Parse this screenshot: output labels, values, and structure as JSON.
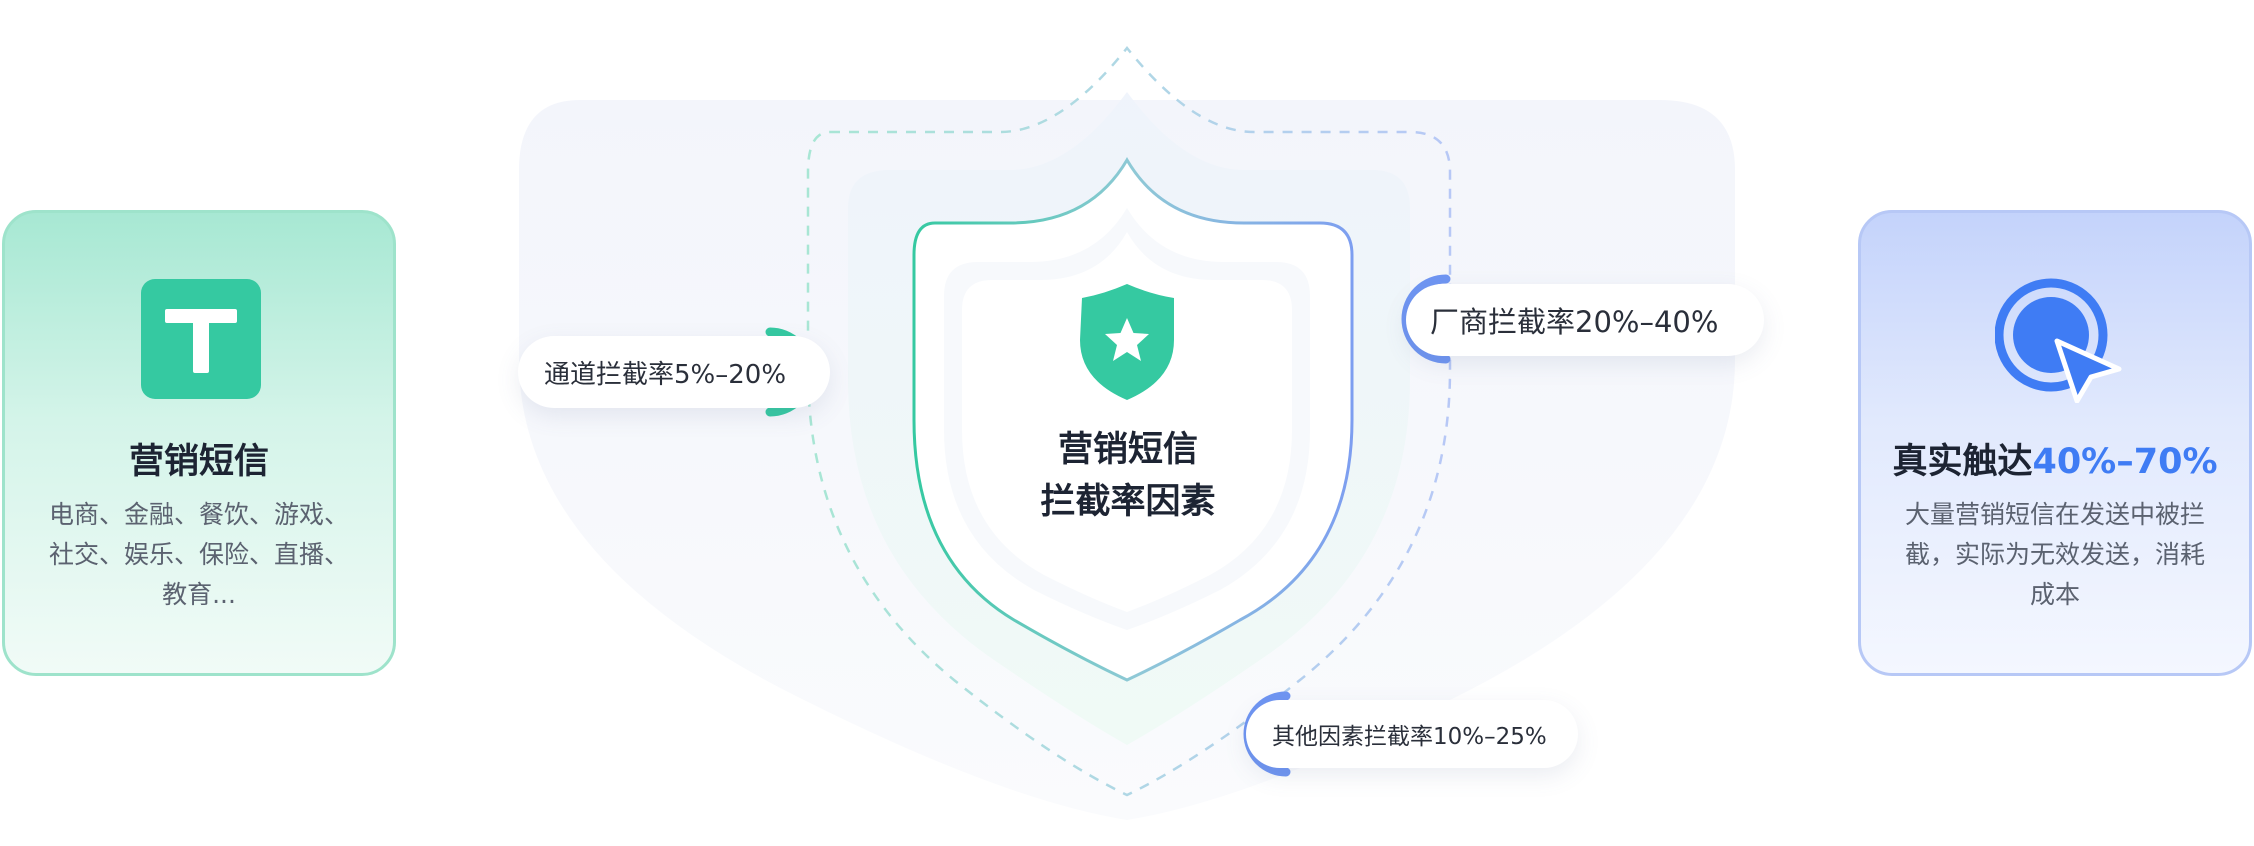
{
  "left_card": {
    "icon": "t-letter-icon",
    "title": "营销短信",
    "description": "电商、金融、餐饮、游戏、社交、娱乐、保险、直播、教育..."
  },
  "center": {
    "icon": "shield-star-icon",
    "line1": "营销短信",
    "line2": "拦截率因素"
  },
  "factors": {
    "channel": "通道拦截率5%–20%",
    "vendor": "厂商拦截率20%–40%",
    "other": "其他因素拦截率10%–25%"
  },
  "right_card": {
    "icon": "cursor-click-icon",
    "title_prefix": "真实触达",
    "title_highlight": "40%–70%",
    "description": "大量营销短信在发送中被拦截，实际为无效发送，消耗成本"
  },
  "colors": {
    "green": "#35c9a1",
    "blue": "#3f7cf4"
  }
}
